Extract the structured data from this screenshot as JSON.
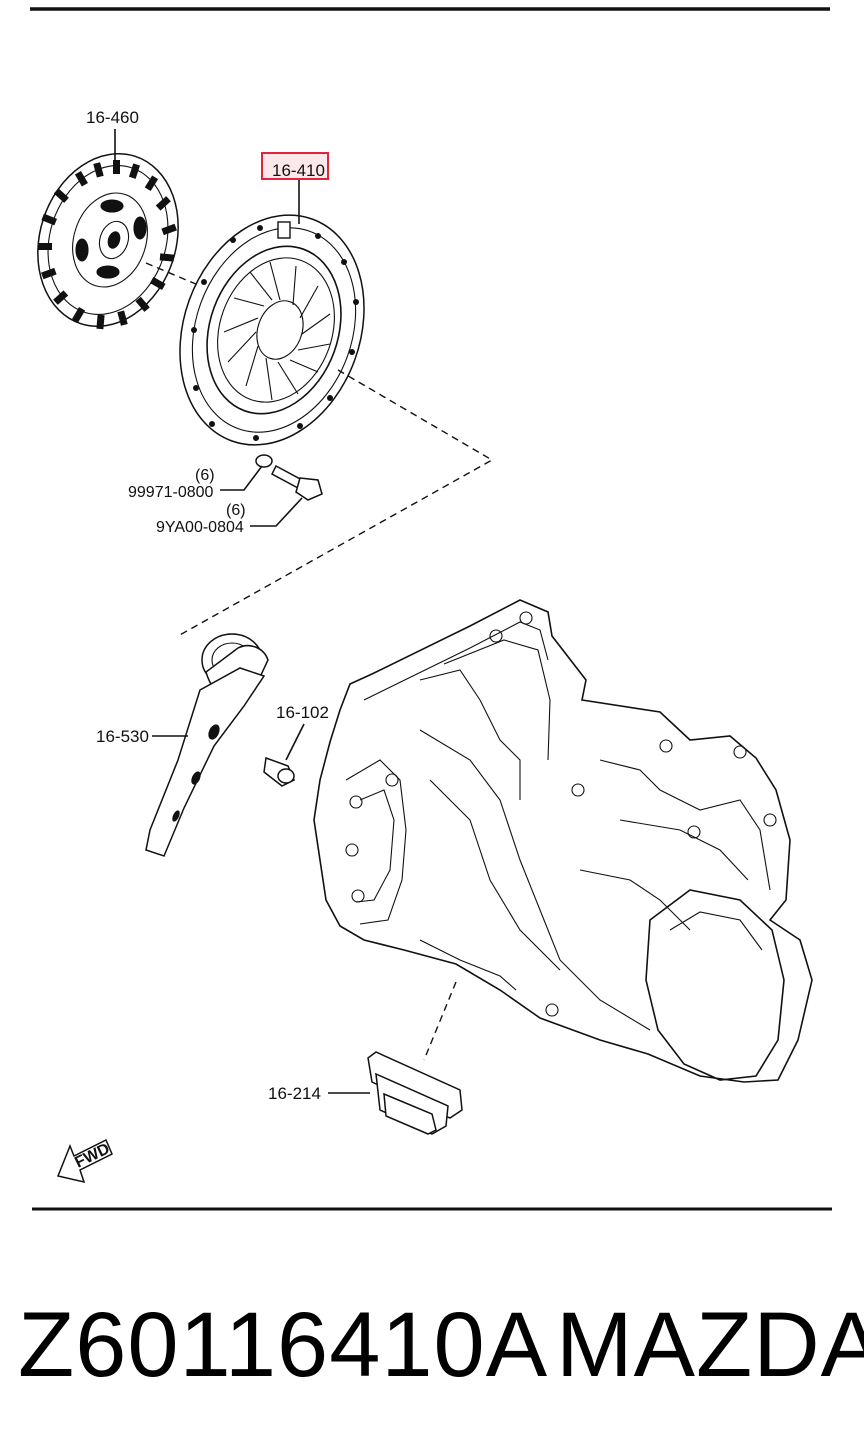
{
  "labels": {
    "clutch_disc": "16-460",
    "pressure_plate": "16-410",
    "washer_qty": "(6)",
    "washer": "99971-0800",
    "bolt_qty": "(6)",
    "bolt": "9YA00-0804",
    "release_fork": "16-530",
    "pivot_bolt": "16-102",
    "boot": "16-214",
    "fwd": "FWD"
  },
  "highlight_color": "#e0243a",
  "footer": {
    "part_number": "Z60116410A",
    "brand": "MAZDA"
  }
}
